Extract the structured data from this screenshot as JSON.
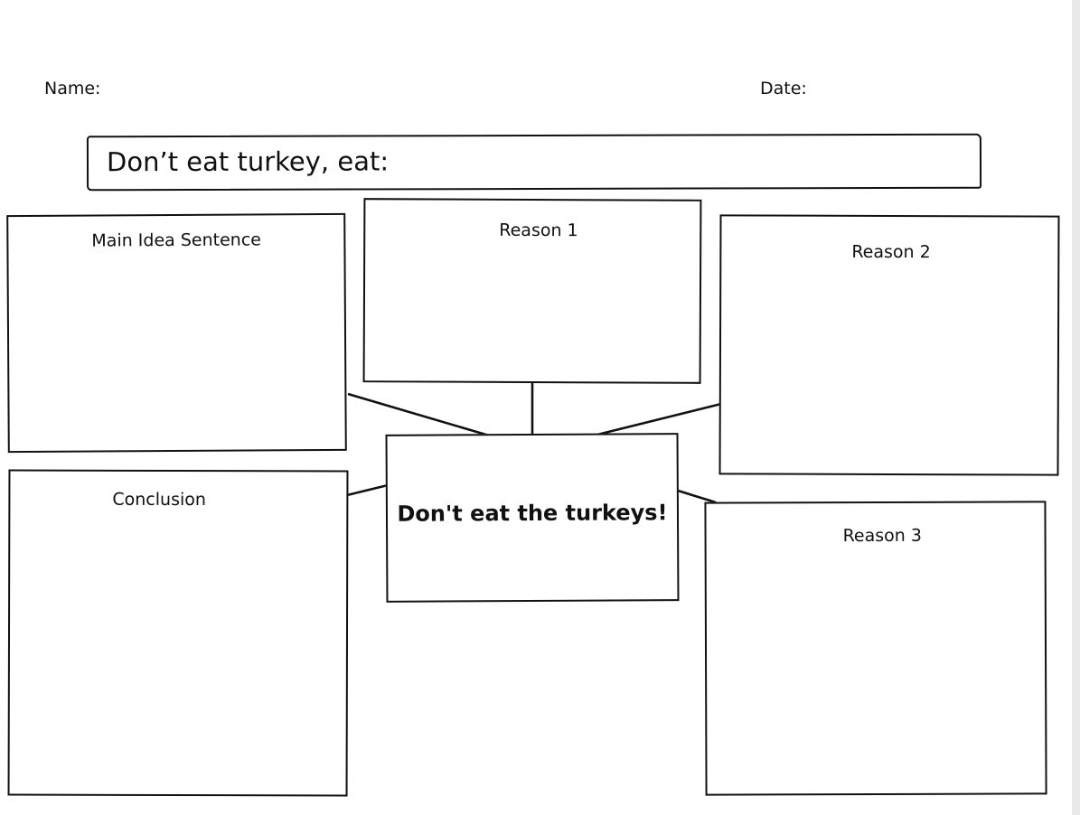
{
  "header": {
    "name_label": "Name:",
    "date_label": "Date:"
  },
  "title": "Don’t eat turkey, eat:",
  "organizer": {
    "center": "Don't eat the turkeys!",
    "main_idea_label": "Main Idea Sentence",
    "reason1_label": "Reason 1",
    "reason2_label": "Reason 2",
    "reason3_label": "Reason 3",
    "conclusion_label": "Conclusion"
  },
  "colors": {
    "ink": "#111111",
    "paper": "#ffffff",
    "scrollbar": "#e9e9e9"
  }
}
